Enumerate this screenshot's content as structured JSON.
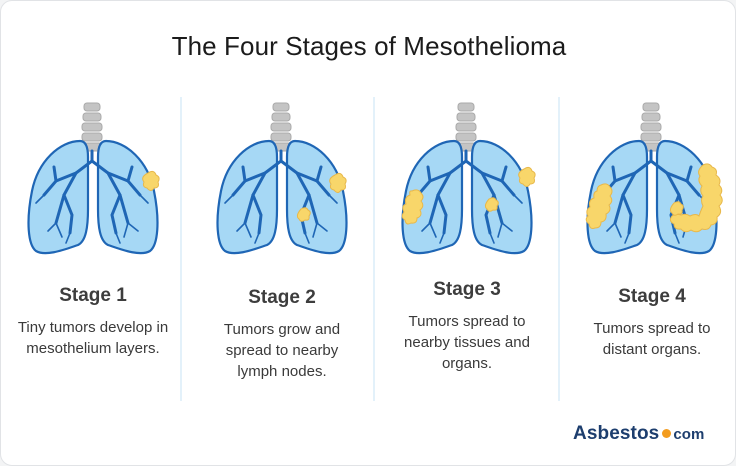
{
  "title": "The Four Stages of Mesothelioma",
  "stages": [
    {
      "heading": "Stage 1",
      "description": "Tiny tumors develop in mesothelium layers."
    },
    {
      "heading": "Stage 2",
      "description": "Tumors grow and spread to nearby lymph nodes."
    },
    {
      "heading": "Stage 3",
      "description": "Tumors spread to nearby tissues and organs."
    },
    {
      "heading": "Stage 4",
      "description": "Tumors spread to distant organs."
    }
  ],
  "brand": {
    "name": "Asbestos",
    "tld": "com"
  },
  "icons": [
    "lungs-illustration-icon",
    "tumor-cluster-icon",
    "brand-dot-icon"
  ],
  "colors": {
    "lung_fill": "#a6d8f5",
    "lung_outline": "#1f66b5",
    "bronchi": "#1f66b5",
    "trachea": "#c4c4c4",
    "tumor": "#f8d66a",
    "brand_text": "#1d3e6e",
    "brand_dot": "#f39c1e",
    "divider": "#e3f1fa"
  }
}
